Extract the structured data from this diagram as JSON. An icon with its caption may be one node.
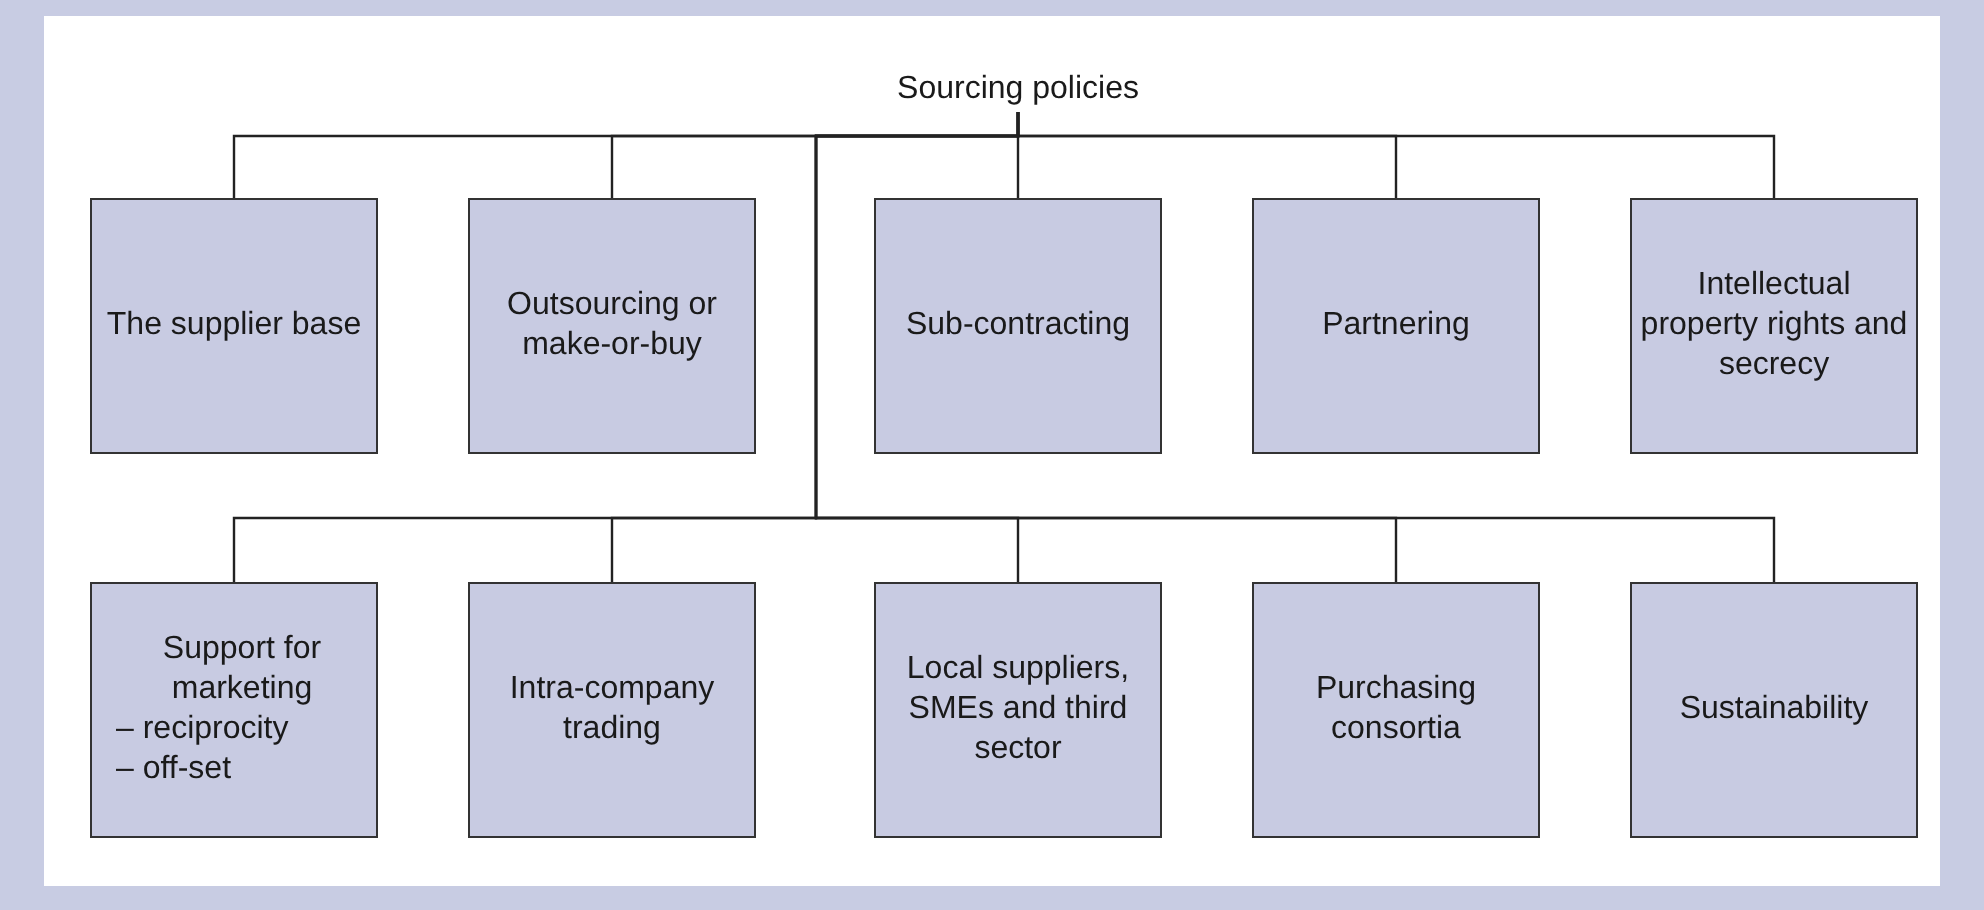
{
  "diagram": {
    "nodes": [
      {
        "text": [
          "Sourcing policies"
        ]
      },
      {
        "text": [
          "The supplier base"
        ]
      },
      {
        "text": [
          "Outsourcing or make-or-buy"
        ]
      },
      {
        "text": [
          "Sub-contracting"
        ]
      },
      {
        "text": [
          "Partnering"
        ]
      },
      {
        "text": [
          "Intellectual property rights and secrecy"
        ]
      },
      {
        "text": [
          "Support for marketing",
          "– reciprocity",
          "– off-set"
        ]
      },
      {
        "text": [
          "Intra-company trading"
        ]
      },
      {
        "text": [
          "Local suppliers, SMEs and third sector"
        ]
      },
      {
        "text": [
          "Purchasing consortia"
        ]
      },
      {
        "text": [
          "Sustainability"
        ]
      }
    ],
    "edges": [
      {
        "from": 0,
        "to": 1,
        "arrow": "none"
      },
      {
        "from": 0,
        "to": 2,
        "arrow": "none"
      },
      {
        "from": 0,
        "to": 3,
        "arrow": "none"
      },
      {
        "from": 0,
        "to": 4,
        "arrow": "none"
      },
      {
        "from": 0,
        "to": 5,
        "arrow": "none"
      },
      {
        "from": 0,
        "to": 6,
        "arrow": "none"
      },
      {
        "from": 0,
        "to": 7,
        "arrow": "none"
      },
      {
        "from": 0,
        "to": 8,
        "arrow": "none"
      },
      {
        "from": 0,
        "to": 9,
        "arrow": "none"
      },
      {
        "from": 0,
        "to": 10,
        "arrow": "none"
      }
    ]
  }
}
